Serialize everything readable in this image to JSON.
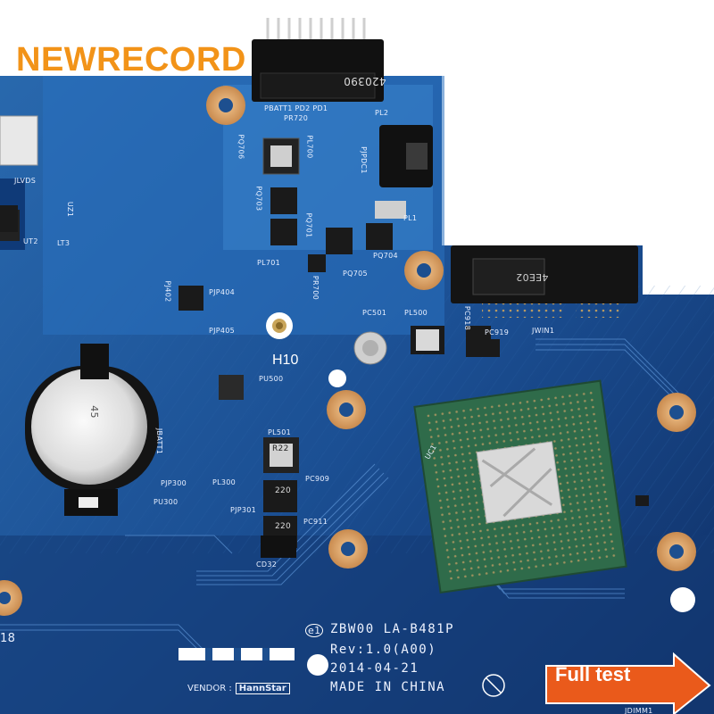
{
  "brand": {
    "text": "NEWRECORD",
    "color": "#f29318"
  },
  "badge": {
    "text": "Full test",
    "color": "#ea5a1b"
  },
  "board": {
    "model_line": "ZBW00  LA-B481P",
    "revision_line": "Rev:1.0(A00)",
    "date_line": "2014-04-21",
    "origin_line": "MADE IN CHINA",
    "circle_mark": "e1",
    "vendor_label": "VENDOR :",
    "vendor_name": "HannStar",
    "hole_label": "H10",
    "edge_number": "18",
    "connector_code": "420390",
    "slot_code": "4EE02",
    "inductor_codes": [
      "220",
      "220",
      "R22"
    ],
    "coin_cell_mark": "45",
    "component_labels": [
      "PBATT1 PD2 PD1",
      "PR720",
      "PL2",
      "PQ706",
      "PL700",
      "PJPDC1",
      "PQ703",
      "PQ701",
      "PL701",
      "PQ705",
      "PQ704",
      "PL1",
      "PJ402",
      "PJP404",
      "PJP405",
      "PR700",
      "PC501",
      "PL500",
      "PC918",
      "PC919",
      "JWIN1",
      "PU500",
      "PL501",
      "PC909",
      "PC911",
      "CD32",
      "PJP300",
      "PU300",
      "PL300",
      "PJP301",
      "JBATT1",
      "JLVDS",
      "UZ1",
      "UT2",
      "LT3",
      "UC1",
      "JDIMM1"
    ],
    "colors": {
      "pcb": "#1d4f8f",
      "pad": "#d9a36a",
      "chip": "#2f6b4a",
      "silkscreen": "#eef3ff"
    }
  }
}
